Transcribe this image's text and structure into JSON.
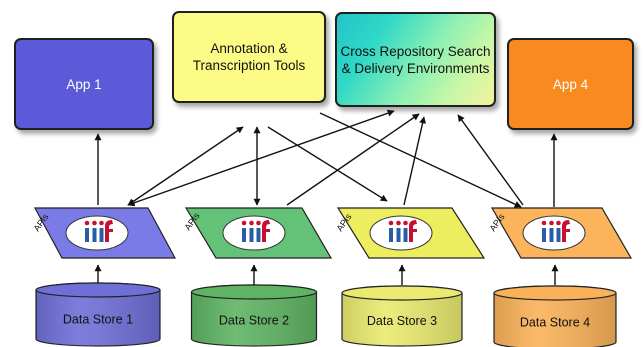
{
  "boxes": {
    "app1": "App 1",
    "annotation": "Annotation &\nTranscription Tools",
    "cross_repo": "Cross Repository Search\n& Delivery Environments",
    "app4": "App 4"
  },
  "apis_label": "APIs",
  "logo_text": "iiif",
  "stores": [
    {
      "label": "Data Store 1",
      "color": "#6f6fd8"
    },
    {
      "label": "Data Store 2",
      "color": "#5fb463"
    },
    {
      "label": "Data Store 3",
      "color": "#e9ea6f"
    },
    {
      "label": "Data Store 4",
      "color": "#fab25a"
    }
  ],
  "api_plates": [
    {
      "color": "#7b7be8"
    },
    {
      "color": "#63c178"
    },
    {
      "color": "#ecee5f"
    },
    {
      "color": "#fbb45c"
    }
  ],
  "colors": {
    "app1": "#5b5ad9",
    "annotation": "#fbfb85",
    "app4": "#f98a1f",
    "logo_red": "#c8102e",
    "logo_blue": "#2a5ca8"
  }
}
